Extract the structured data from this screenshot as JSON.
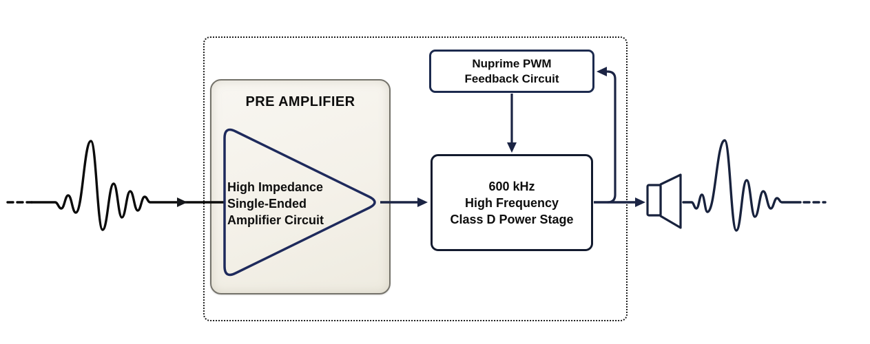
{
  "preamp": {
    "title": "PRE AMPLIFIER",
    "label_lines": [
      "High Impedance",
      "Single-Ended",
      "Amplifier Circuit"
    ]
  },
  "feedback_box": {
    "lines": [
      "Nuprime PWM",
      "Feedback Circuit"
    ]
  },
  "power_stage_box": {
    "lines": [
      "600 kHz",
      "High Frequency",
      "Class D Power Stage"
    ]
  },
  "icons": {
    "speaker": "speaker-icon",
    "amplifier_triangle": "amplifier-triangle-icon",
    "input_waveform": "input-signal-waveform",
    "output_waveform": "output-signal-waveform"
  },
  "colors": {
    "line_navy": "#1b2444",
    "triangle_navy": "#1e2a5c",
    "waveform_black": "#0b0b0b",
    "waveform_navy": "#18223d",
    "preamp_fill": "#f4f1e8",
    "power_box_border": "#121a2e",
    "feedback_box_border": "#1c2a4e",
    "boundary_dots": "#1c1c1c"
  }
}
